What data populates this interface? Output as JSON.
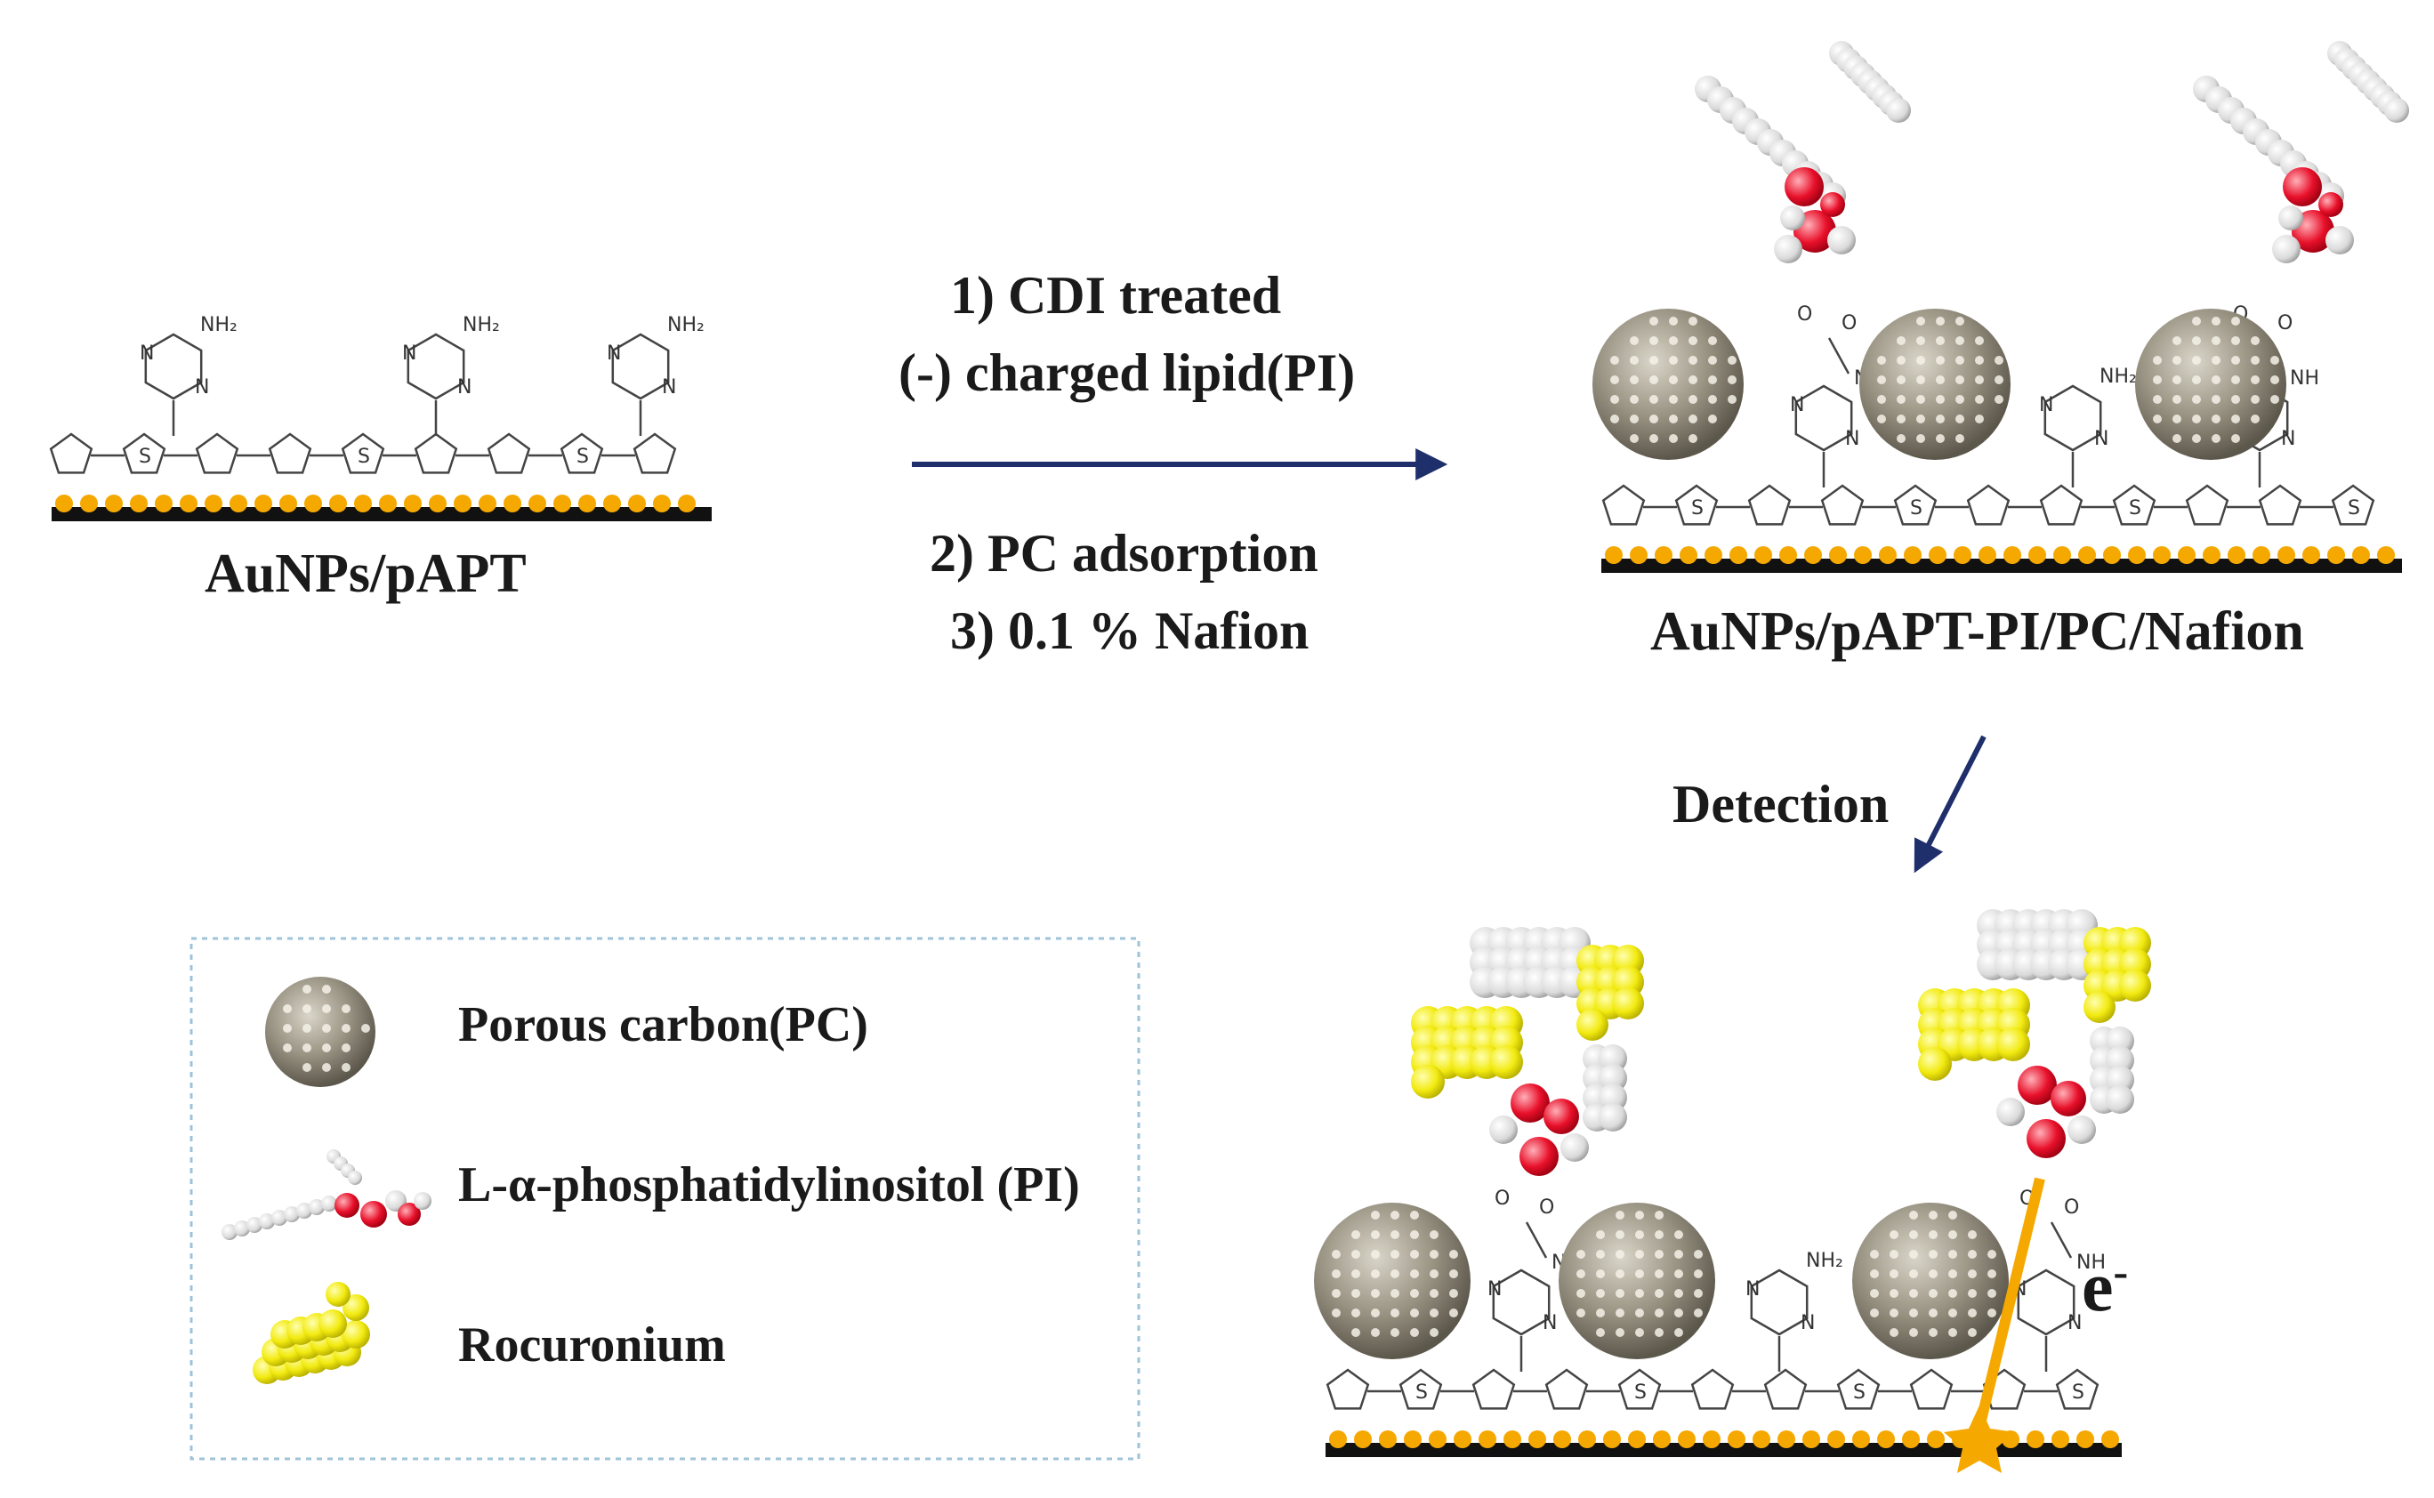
{
  "labels": {
    "electrode_initial": "AuNPs/pAPT",
    "electrode_modified": "AuNPs/pAPT-PI/PC/Nafion",
    "step1_line1": "1)  CDI treated",
    "step1_line2": "(-) charged lipid(PI)",
    "step2": "2) PC adsorption",
    "step3": "3) 0.1 % Nafion",
    "detection": "Detection",
    "electron_symbol": "e",
    "electron_charge": "-",
    "atom_nh2": "NH₂",
    "atom_n": "N",
    "atom_s": "S",
    "atom_nh": "NH",
    "atom_o": "O"
  },
  "legend": {
    "items": [
      {
        "icon": "porous-carbon-sphere-icon",
        "label": "Porous carbon(PC)"
      },
      {
        "icon": "phosphatidylinositol-icon",
        "label": "L-α-phosphatidylinositol (PI)"
      },
      {
        "icon": "rocuronium-icon",
        "label": "Rocuronium"
      }
    ]
  },
  "colors": {
    "gold": "#f5a800",
    "electrode": "#111111",
    "arrow": "#1f2f6b",
    "lipid_red": "#e8102a",
    "lipid_white": "#e6e6e6",
    "rocuronium": "#f2ea10",
    "carbon": "#8a8474",
    "electron_arrow": "#f5a800"
  }
}
